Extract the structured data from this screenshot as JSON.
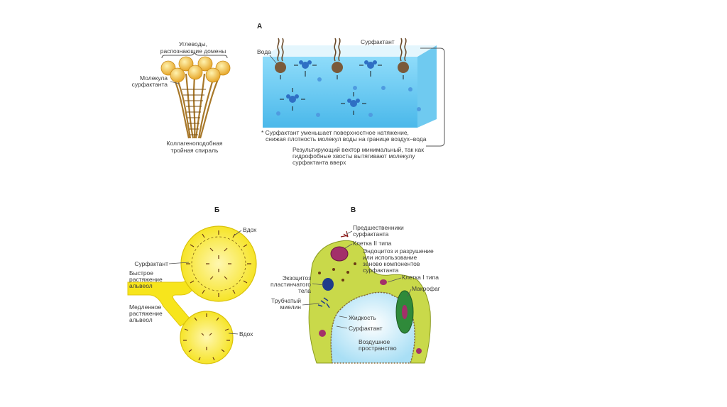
{
  "panel_a_left": {
    "carbs_label": [
      "Углеводы,",
      "распознающие домены"
    ],
    "molecule_label": [
      "Молекула",
      "сурфактанта"
    ],
    "helix_label": [
      "Коллагеноподобная",
      "тройная спираль"
    ]
  },
  "panel_a": {
    "letter": "А",
    "water_label": "Вода",
    "surfactant_label": "Сурфактант",
    "note": [
      "* Сурфактант уменьшает поверхностное натяжение,",
      "снижая плотность молекул воды на границе воздух–вода"
    ],
    "vector_note": [
      "Результирующий вектор минимальный, так как",
      "гидрофобные хвосты вытягивают молекулу",
      "сурфактанта вверх"
    ]
  },
  "panel_b": {
    "letter": "Б",
    "inhale_top": "Вдох",
    "inhale_bottom": "Вдох",
    "surfactant_label": "Сурфактант",
    "fast_label": [
      "Быстрое",
      "растяжение",
      "альвеол"
    ],
    "slow_label": [
      "Медленное",
      "растяжение",
      "альвеол"
    ]
  },
  "panel_c": {
    "letter": "В",
    "precursors": [
      "Предшественники",
      "сурфактанта"
    ],
    "type2": "Клетка II типа",
    "endocytosis": [
      "Эндоцитоз и разрушение",
      "или использование",
      "заново компонентов",
      "сурфактанта"
    ],
    "exocytosis": [
      "Экзоцитоз",
      "пластинчатого",
      "тела"
    ],
    "type1": "Клетка I типа",
    "macrophage": "Макрофаг",
    "myelin": [
      "Трубчатый",
      "миелин"
    ],
    "fluid": "Жидкость",
    "surfactant": "Сурфактант",
    "air": [
      "Воздушное",
      "пространство"
    ]
  },
  "colors": {
    "ball": "#f2c14e",
    "water": "#5cc6ef",
    "yellow": "#f7e51c",
    "cell_green": "#c9d94a",
    "nucleus": "#a3306a"
  }
}
